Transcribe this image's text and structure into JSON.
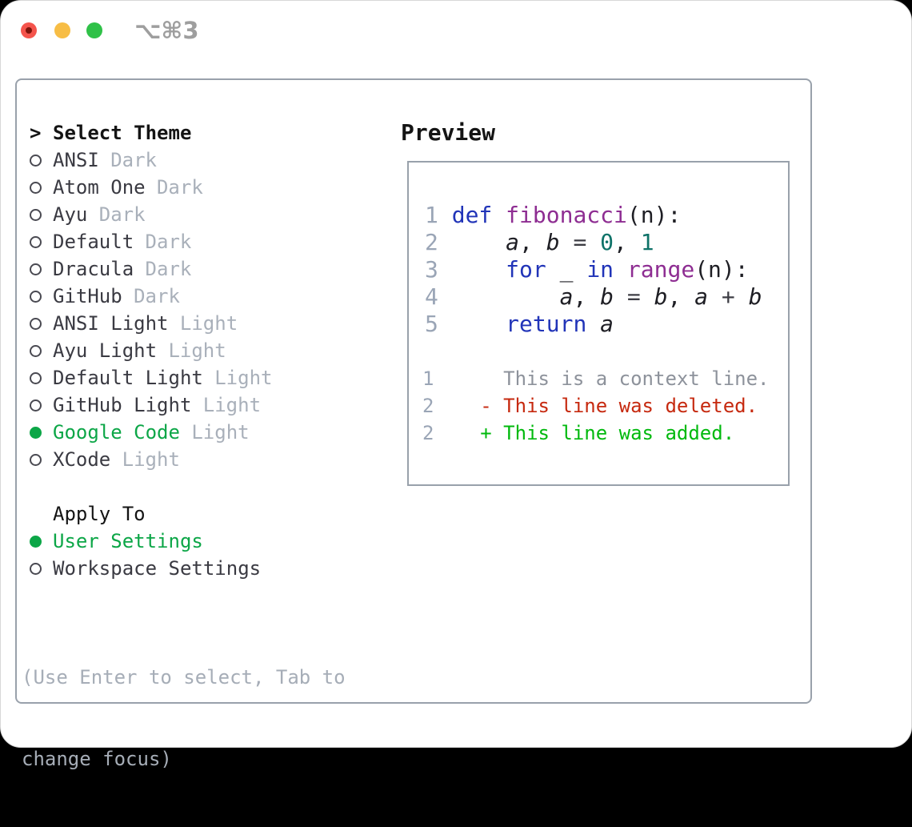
{
  "window": {
    "shortcut_label": "⌥⌘3"
  },
  "theme_picker": {
    "header": {
      "marker": ">",
      "title": "Select Theme"
    },
    "themes": [
      {
        "name": "ANSI",
        "variant": "Dark",
        "selected": false
      },
      {
        "name": "Atom One",
        "variant": "Dark",
        "selected": false
      },
      {
        "name": "Ayu",
        "variant": "Dark",
        "selected": false
      },
      {
        "name": "Default",
        "variant": "Dark",
        "selected": false
      },
      {
        "name": "Dracula",
        "variant": "Dark",
        "selected": false
      },
      {
        "name": "GitHub",
        "variant": "Dark",
        "selected": false
      },
      {
        "name": "ANSI Light",
        "variant": "Light",
        "selected": false
      },
      {
        "name": "Ayu Light",
        "variant": "Light",
        "selected": false
      },
      {
        "name": "Default Light",
        "variant": "Light",
        "selected": false
      },
      {
        "name": "GitHub Light",
        "variant": "Light",
        "selected": false
      },
      {
        "name": "Google Code",
        "variant": "Light",
        "selected": true
      },
      {
        "name": "XCode",
        "variant": "Light",
        "selected": false
      }
    ],
    "apply_to": {
      "title": "Apply To",
      "options": [
        {
          "name": "User Settings",
          "selected": true
        },
        {
          "name": "Workspace Settings",
          "selected": false
        }
      ]
    },
    "help_lines": [
      "(Use Enter to select, Tab to",
      "change focus)"
    ]
  },
  "preview": {
    "title": "Preview",
    "code_lines": [
      {
        "segments": [
          {
            "t": "1 ",
            "c": "num"
          },
          {
            "t": "def",
            "c": "kw"
          },
          {
            "t": " ",
            "c": "plain"
          },
          {
            "t": "fibonacci",
            "c": "fn"
          },
          {
            "t": "(n):",
            "c": "plain"
          }
        ]
      },
      {
        "segments": [
          {
            "t": "2 ",
            "c": "num"
          },
          {
            "t": "    ",
            "c": "plain"
          },
          {
            "t": "a",
            "c": "var"
          },
          {
            "t": ", ",
            "c": "plain"
          },
          {
            "t": "b",
            "c": "var"
          },
          {
            "t": " ",
            "c": "plain"
          },
          {
            "t": "=",
            "c": "op"
          },
          {
            "t": " ",
            "c": "plain"
          },
          {
            "t": "0",
            "c": "lit"
          },
          {
            "t": ", ",
            "c": "plain"
          },
          {
            "t": "1",
            "c": "lit"
          }
        ]
      },
      {
        "segments": [
          {
            "t": "3 ",
            "c": "num"
          },
          {
            "t": "    ",
            "c": "plain"
          },
          {
            "t": "for",
            "c": "kw"
          },
          {
            "t": " _ ",
            "c": "plain"
          },
          {
            "t": "in",
            "c": "kw"
          },
          {
            "t": " ",
            "c": "plain"
          },
          {
            "t": "range",
            "c": "fn"
          },
          {
            "t": "(n):",
            "c": "plain"
          }
        ]
      },
      {
        "segments": [
          {
            "t": "4 ",
            "c": "num"
          },
          {
            "t": "        ",
            "c": "plain"
          },
          {
            "t": "a",
            "c": "var"
          },
          {
            "t": ", ",
            "c": "plain"
          },
          {
            "t": "b",
            "c": "var"
          },
          {
            "t": " ",
            "c": "plain"
          },
          {
            "t": "=",
            "c": "op"
          },
          {
            "t": " ",
            "c": "plain"
          },
          {
            "t": "b",
            "c": "var"
          },
          {
            "t": ", ",
            "c": "plain"
          },
          {
            "t": "a",
            "c": "var"
          },
          {
            "t": " ",
            "c": "plain"
          },
          {
            "t": "+",
            "c": "op"
          },
          {
            "t": " ",
            "c": "plain"
          },
          {
            "t": "b",
            "c": "var"
          }
        ]
      },
      {
        "segments": [
          {
            "t": "5 ",
            "c": "num"
          },
          {
            "t": "    ",
            "c": "plain"
          },
          {
            "t": "return",
            "c": "kw"
          },
          {
            "t": " ",
            "c": "plain"
          },
          {
            "t": "a",
            "c": "var"
          }
        ]
      }
    ],
    "diff_lines": [
      {
        "segments": [
          {
            "t": "1 ",
            "c": "num"
          },
          {
            "t": "     ",
            "c": "plain"
          },
          {
            "t": "This is a context line.",
            "c": "ctx"
          }
        ]
      },
      {
        "segments": [
          {
            "t": "2 ",
            "c": "num"
          },
          {
            "t": "   ",
            "c": "plain"
          },
          {
            "t": "- This line was deleted.",
            "c": "del"
          }
        ]
      },
      {
        "segments": [
          {
            "t": "2 ",
            "c": "num"
          },
          {
            "t": "   ",
            "c": "plain"
          },
          {
            "t": "+ This line was added.",
            "c": "add"
          }
        ]
      }
    ]
  },
  "colors": {
    "accent_green": "#0ca647",
    "diff_added_green": "#00b90d",
    "diff_deleted_red": "#c6290f",
    "context_gray": "#8d929b",
    "keyword_blue": "#2134b8",
    "function_purple": "#8e2d92",
    "number_teal": "#0e7268",
    "line_number_gray": "#9aa5b6",
    "variant_tag_gray": "#a9b0ba",
    "panel_border_gray": "#99a1ab",
    "traffic_close_red": "#f4544c",
    "traffic_minimize_yellow": "#f7bd45",
    "traffic_zoom_green": "#2fc148"
  }
}
